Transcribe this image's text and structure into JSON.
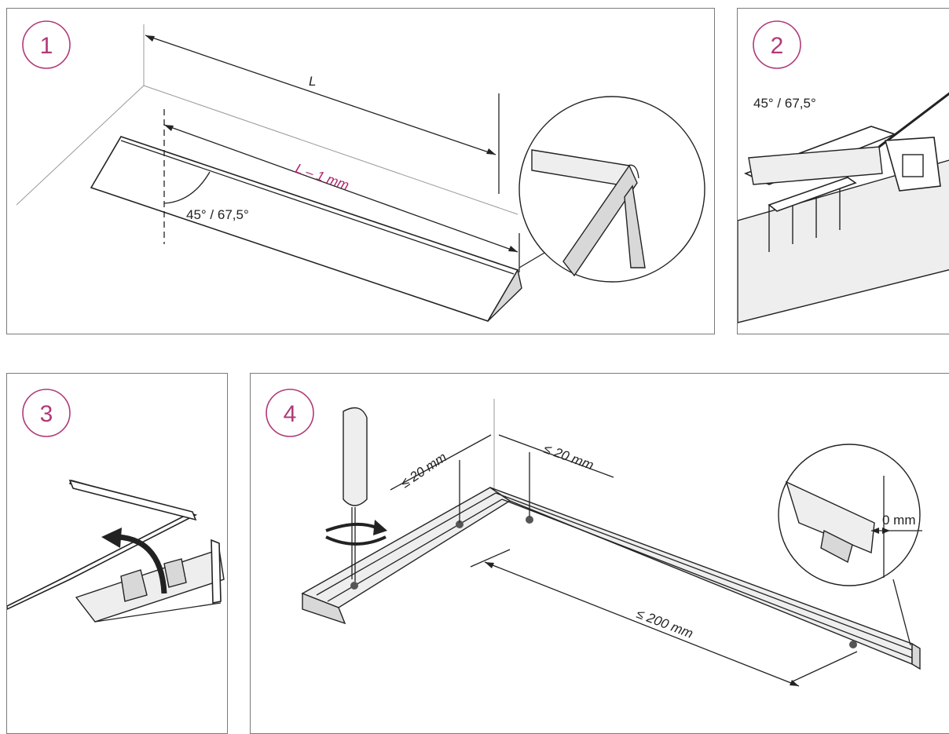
{
  "steps": [
    {
      "number": "1",
      "labels": {
        "length": "L",
        "cut_length": "L – 1 mm",
        "angle": "45° / 67,5°"
      }
    },
    {
      "number": "2",
      "labels": {
        "angle": "45° / 67,5°"
      }
    },
    {
      "number": "3",
      "labels": {}
    },
    {
      "number": "4",
      "labels": {
        "edge_left": "≤ 20 mm",
        "edge_right": "≤ 20 mm",
        "spacing": "≤ 200 mm",
        "gap": "0 mm"
      }
    }
  ],
  "colors": {
    "step_number": "#b03a78",
    "highlight_text": "#b0206a",
    "frame": "#7a7a7a"
  },
  "icons": [
    "saw-icon",
    "screwdriver-icon",
    "rotation-arrow-icon",
    "magnifier-detail-icon",
    "curved-arrow-icon"
  ]
}
